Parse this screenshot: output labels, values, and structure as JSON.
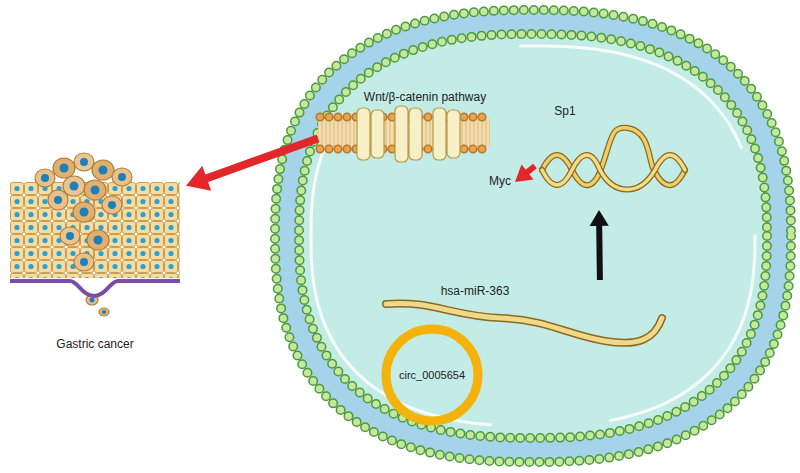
{
  "diagram": {
    "nodes": [
      {
        "text": [
          "Gastric cancer"
        ]
      },
      {
        "text": [
          "Wnt/β-catenin pathway"
        ]
      },
      {
        "text": [
          "Myc"
        ]
      },
      {
        "text": [
          "Sp1"
        ]
      },
      {
        "text": [
          "hsa-miR-363"
        ]
      },
      {
        "text": [
          "circ_0005654"
        ]
      }
    ],
    "edges": [
      {
        "from": 1,
        "to": 0,
        "arrow": "to"
      },
      {
        "from": 3,
        "to": 2,
        "arrow": "to"
      },
      {
        "from": 4,
        "to": 3,
        "arrow": "to"
      }
    ]
  }
}
